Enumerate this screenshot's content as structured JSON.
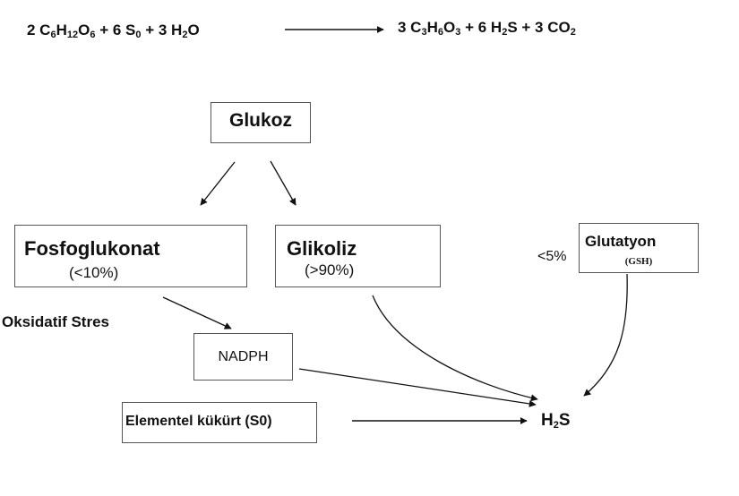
{
  "equation": {
    "left": [
      {
        "t": "2 C"
      },
      {
        "s": "6"
      },
      {
        "t": "H"
      },
      {
        "s": "12"
      },
      {
        "t": "O"
      },
      {
        "s": "6"
      },
      {
        "t": " + 6 S"
      },
      {
        "s": "0"
      },
      {
        "t": " + 3 H"
      },
      {
        "s": "2"
      },
      {
        "t": "O"
      }
    ],
    "right": [
      {
        "t": "3 C"
      },
      {
        "s": "3"
      },
      {
        "t": "H"
      },
      {
        "s": "6"
      },
      {
        "t": "O"
      },
      {
        "s": "3"
      },
      {
        "t": " + 6 H"
      },
      {
        "s": "2"
      },
      {
        "t": "S + 3 CO"
      },
      {
        "s": "2"
      }
    ]
  },
  "nodes": {
    "glukoz": "Glukoz",
    "fosfoglukonat": {
      "title": "Fosfoglukonat",
      "percent": "(<10%)"
    },
    "glikoliz": {
      "title": "Glikoliz",
      "percent": "(>90%)"
    },
    "glutatyon": {
      "title": "Glutatyon",
      "abbr": "(GSH)",
      "percent": "<5%"
    },
    "oksidatif": "Oksidatif Stres",
    "nadph": "NADPH",
    "elementel": "Elementel kükürt (S0)",
    "h2s": [
      {
        "t": "H"
      },
      {
        "s": "2"
      },
      {
        "t": "S"
      }
    ]
  }
}
